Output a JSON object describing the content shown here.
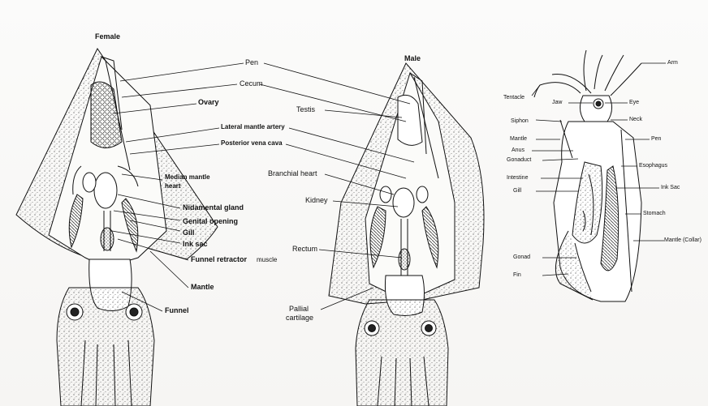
{
  "female": {
    "title": "Female",
    "labels": {
      "pen": "Pen",
      "cecum": "Cecum",
      "ovary": "Ovary",
      "lateral_mantle_artery": "Lateral mantle artery",
      "posterior_vena_cava": "Posterior vena cava",
      "median_mantle_heart_1": "Median mantle",
      "median_mantle_heart_2": "heart",
      "nidamental_gland": "Nidamental gland",
      "genital_opening": "Genital opening",
      "gill": "Gill",
      "ink_sac": "Ink sac",
      "funnel_retractor_muscle_a": "Funnel retractor",
      "funnel_retractor_muscle_b": "muscle",
      "mantle": "Mantle",
      "funnel": "Funnel"
    }
  },
  "male": {
    "title": "Male",
    "labels": {
      "testis": "Testis",
      "branchial_heart": "Branchial heart",
      "kidney": "Kidney",
      "rectum": "Rectum",
      "pallial_cartilage_1": "Pallial",
      "pallial_cartilage_2": "cartilage"
    }
  },
  "side_view": {
    "labels": {
      "arm": "Arm",
      "tentacle": "Tentacle",
      "jaw": "Jaw",
      "eye": "Eye",
      "siphon": "Siphon",
      "neck": "Neck",
      "mantle": "Mantle",
      "pen": "Pen",
      "anus": "Anus",
      "gonaduct": "Gonaduct",
      "esophagus": "Esophagus",
      "intestine": "Intestine",
      "ink_sac": "Ink Sac",
      "gill": "Gill",
      "stomach": "Stomach",
      "mantle_collar": "Mantle (Collar)",
      "gonad": "Gonad",
      "fin": "Fin"
    }
  },
  "colors": {
    "ink": "#111111",
    "paper": "#f7f6f4"
  }
}
